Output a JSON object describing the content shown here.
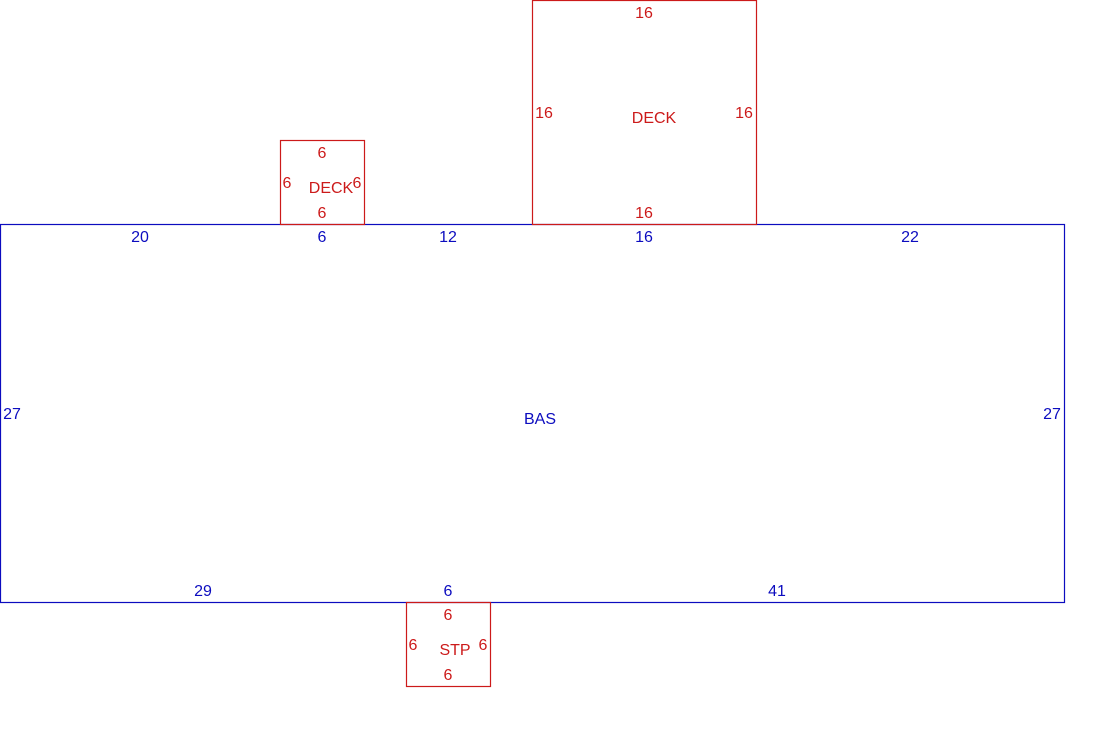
{
  "colors": {
    "main_area": "#0c0cbf",
    "addition": "#cc1a1a"
  },
  "main": {
    "label": "BAS",
    "top_dims": [
      "20",
      "6",
      "12",
      "16",
      "22"
    ],
    "left_dim": "27",
    "right_dim": "27",
    "bottom_dims": [
      "29",
      "6",
      "41"
    ]
  },
  "deck_large": {
    "label": "DECK",
    "top": "16",
    "left": "16",
    "right": "16",
    "bottom": "16"
  },
  "deck_small": {
    "label": "DECK",
    "top": "6",
    "left": "6",
    "right": "6",
    "bottom": "6"
  },
  "stoop": {
    "label": "STP",
    "top": "6",
    "left": "6",
    "right": "6",
    "bottom": "6"
  }
}
